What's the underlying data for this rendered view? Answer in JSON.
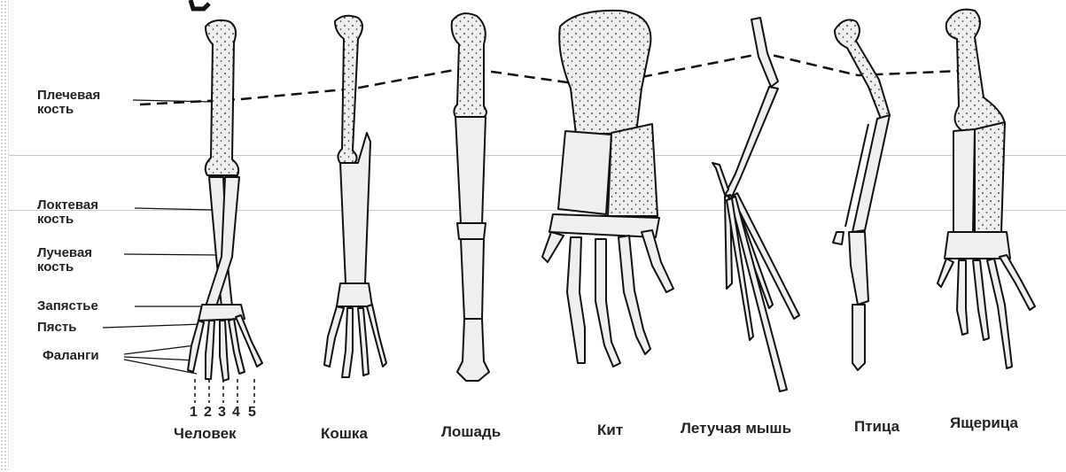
{
  "labels": {
    "humerus": [
      "Плечевая",
      "кость"
    ],
    "ulna": [
      "Локтевая",
      "кость"
    ],
    "radius": [
      "Лучевая",
      "кость"
    ],
    "wrist": "Запястье",
    "metacarpus": "Пясть",
    "phalanges": "Фаланги"
  },
  "digits": [
    "1",
    "2",
    "3",
    "4",
    "5"
  ],
  "animals": [
    "Человек",
    "Кошка",
    "Лошадь",
    "Кит",
    "Летучая мышь",
    "Птица",
    "Ящерица"
  ],
  "colors": {
    "bone_fill": "#efefef",
    "outline": "#111111",
    "guide_line": "#c9c9c9"
  }
}
